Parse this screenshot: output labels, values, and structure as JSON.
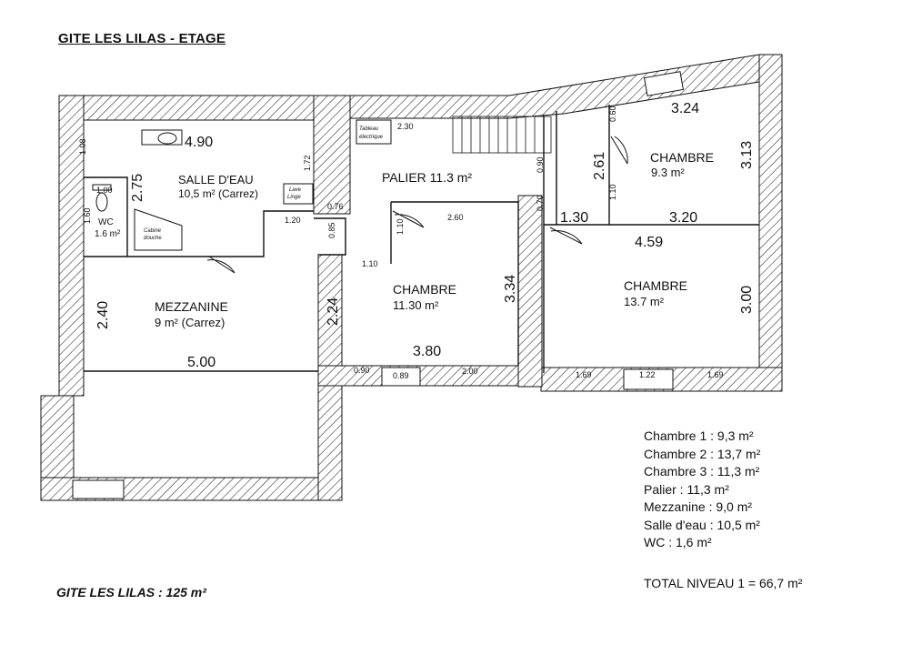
{
  "title": "GITE LES LILAS - ETAGE",
  "rooms": {
    "salle_eau": {
      "name": "SALLE D'EAU",
      "area": "10,5 m² (Carrez)"
    },
    "wc": {
      "name": "WC",
      "area": "1.6 m²"
    },
    "palier": {
      "name": "PALIER 11.3 m²"
    },
    "mezzanine": {
      "name": "MEZZANINE",
      "area": "9 m² (Carrez)"
    },
    "chambre_center": {
      "name": "CHAMBRE",
      "area": "11.30 m²"
    },
    "chambre_top_right": {
      "name": "CHAMBRE",
      "area": "9.3 m²"
    },
    "chambre_bottom_right": {
      "name": "CHAMBRE",
      "area": "13.7 m²"
    }
  },
  "fixtures": {
    "tableau_line1": "Tableau",
    "tableau_line2": "électrique",
    "lave_line1": "Lave",
    "lave_line2": "Linge",
    "cabine_line1": "Cabine",
    "cabine_line2": "douche"
  },
  "dimensions": {
    "d_4_90": "4.90",
    "d_1_08": "1.08",
    "d_1_72": "1.72",
    "d_1_00": "1.00",
    "d_1_60": "1.60",
    "d_2_75": "2.75",
    "d_1_20": "1.20",
    "d_0_76": "0.76",
    "d_0_85": "0.85",
    "d_2_30": "2.30",
    "d_0_90_palier": "0.90",
    "d_0_70": "0.70",
    "d_1_10_door": "1.10",
    "d_2_60": "2.60",
    "d_1_10_wall": "1.10",
    "d_3_34": "3.34",
    "d_2_24": "2.24",
    "d_2_40": "2.40",
    "d_5_00": "5.00",
    "d_3_80": "3.80",
    "d_0_90_bottom": "0.90",
    "d_0_89": "0.89",
    "d_2_00": "2.00",
    "d_3_24": "3.24",
    "d_0_60": "0.60",
    "d_2_61": "2.61",
    "d_1_10_right": "1.10",
    "d_3_13": "3.13",
    "d_1_30": "1.30",
    "d_3_20": "3.20",
    "d_4_59": "4.59",
    "d_3_00": "3.00",
    "d_1_69_left": "1.69",
    "d_1_22": "1.22",
    "d_1_69_right": "1.69"
  },
  "summary": [
    "Chambre 1 : 9,3 m²",
    "Chambre 2 : 13,7 m²",
    "Chambre 3 : 11,3 m²",
    "Palier : 11,3 m²",
    "Mezzanine : 9,0 m²",
    "Salle d'eau : 10,5 m²",
    "WC : 1,6 m²"
  ],
  "total": "TOTAL  NIVEAU 1 = 66,7 m²",
  "footer": "GITE LES LILAS : 125 m²"
}
